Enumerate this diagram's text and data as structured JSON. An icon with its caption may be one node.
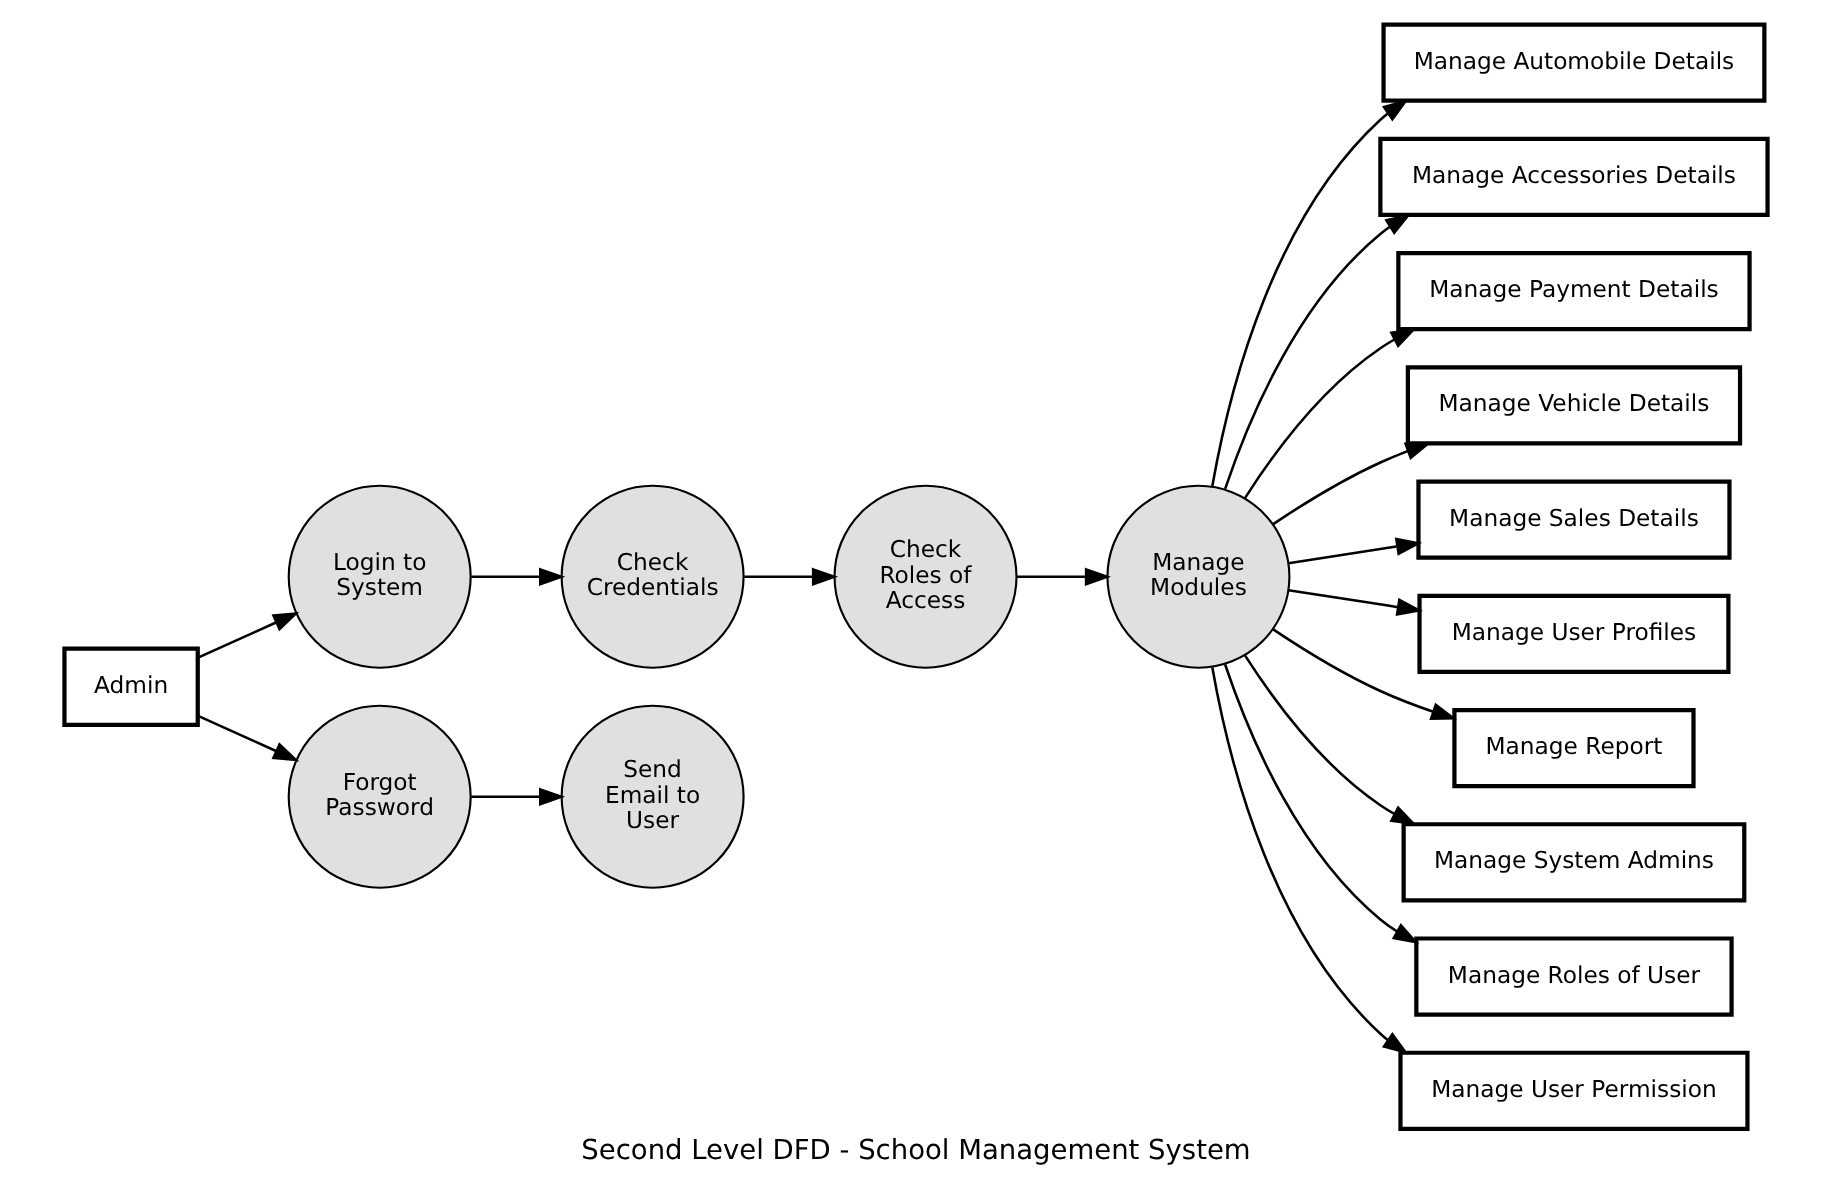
{
  "diagram": {
    "title": "Second Level DFD - School Management System",
    "nodes": [
      {
        "text": [
          "Admin"
        ]
      },
      {
        "text": [
          "Login to System"
        ]
      },
      {
        "text": [
          "Check Roles of Access"
        ]
      },
      {
        "text": [
          "Forgot Password"
        ]
      },
      {
        "text": [
          "Check Credentials"
        ]
      },
      {
        "text": [
          "Manage Modules"
        ]
      },
      {
        "text": [
          "Send Email to User"
        ]
      },
      {
        "text": [
          "Manage Automobile Details"
        ]
      },
      {
        "text": [
          "Manage Accessories Details"
        ]
      },
      {
        "text": [
          "Manage Payment Details"
        ]
      },
      {
        "text": [
          "Manage Vehicle Details"
        ]
      },
      {
        "text": [
          "Manage Sales Details"
        ]
      },
      {
        "text": [
          "Manage User Profiles"
        ]
      },
      {
        "text": [
          "Manage Report"
        ]
      },
      {
        "text": [
          "Manage System Admins"
        ]
      },
      {
        "text": [
          "Manage Roles of User"
        ]
      },
      {
        "text": [
          "Manage User Permission"
        ]
      }
    ],
    "edges": [
      {
        "from": 0,
        "to": 1,
        "arrow": "to"
      },
      {
        "from": 0,
        "to": 3,
        "arrow": "to"
      },
      {
        "from": 1,
        "to": 4,
        "arrow": "to"
      },
      {
        "from": 4,
        "to": 2,
        "arrow": "to"
      },
      {
        "from": 2,
        "to": 5,
        "arrow": "to"
      },
      {
        "from": 3,
        "to": 6,
        "arrow": "to"
      },
      {
        "from": 5,
        "to": 7,
        "arrow": "to"
      },
      {
        "from": 5,
        "to": 8,
        "arrow": "to"
      },
      {
        "from": 5,
        "to": 9,
        "arrow": "to"
      },
      {
        "from": 5,
        "to": 10,
        "arrow": "to"
      },
      {
        "from": 5,
        "to": 11,
        "arrow": "to"
      },
      {
        "from": 5,
        "to": 12,
        "arrow": "to"
      },
      {
        "from": 5,
        "to": 13,
        "arrow": "to"
      },
      {
        "from": 5,
        "to": 14,
        "arrow": "to"
      },
      {
        "from": 5,
        "to": 15,
        "arrow": "to"
      },
      {
        "from": 5,
        "to": 16,
        "arrow": "to"
      }
    ]
  }
}
